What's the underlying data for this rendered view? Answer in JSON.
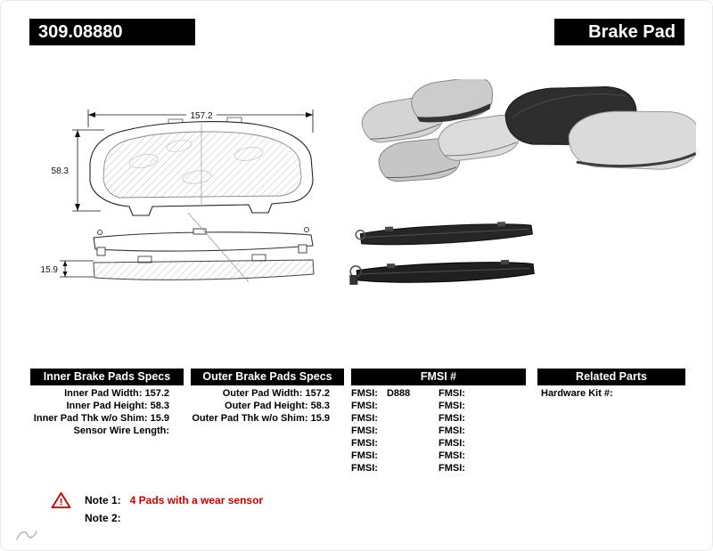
{
  "header": {
    "part_number": "309.08880",
    "product_name": "Brake Pad"
  },
  "diagram": {
    "width_dim": "157.2",
    "height_dim": "58.3",
    "thickness_dim": "15.9"
  },
  "table": {
    "inner": {
      "header": "Inner Brake Pads Specs",
      "rows": [
        "Inner Pad Width: 157.2",
        "Inner Pad Height: 58.3",
        "Inner Pad Thk w/o Shim: 15.9",
        "Sensor Wire Length:"
      ]
    },
    "outer": {
      "header": "Outer Brake Pads Specs",
      "rows": [
        "Outer Pad Width: 157.2",
        "Outer Pad Height: 58.3",
        "Outer Pad Thk w/o Shim: 15.9"
      ]
    },
    "fmsi": {
      "header": "FMSI #",
      "left": [
        {
          "label": "FMSI:",
          "value": "D888"
        },
        {
          "label": "FMSI:",
          "value": ""
        },
        {
          "label": "FMSI:",
          "value": ""
        },
        {
          "label": "FMSI:",
          "value": ""
        },
        {
          "label": "FMSI:",
          "value": ""
        },
        {
          "label": "FMSI:",
          "value": ""
        },
        {
          "label": "FMSI:",
          "value": ""
        }
      ],
      "right": [
        {
          "label": "FMSI:",
          "value": ""
        },
        {
          "label": "FMSI:",
          "value": ""
        },
        {
          "label": "FMSI:",
          "value": ""
        },
        {
          "label": "FMSI:",
          "value": ""
        },
        {
          "label": "FMSI:",
          "value": ""
        },
        {
          "label": "FMSI:",
          "value": ""
        },
        {
          "label": "FMSI:",
          "value": ""
        }
      ]
    },
    "related": {
      "header": "Related Parts",
      "rows": [
        "Hardware Kit #:"
      ]
    }
  },
  "notes": {
    "note1_label": "Note 1:",
    "note1_text": "4 Pads with a wear sensor",
    "note2_label": "Note 2:",
    "warning_symbol": "!"
  },
  "colors": {
    "accent_red": "#cc0000",
    "header_bg": "#000000"
  }
}
